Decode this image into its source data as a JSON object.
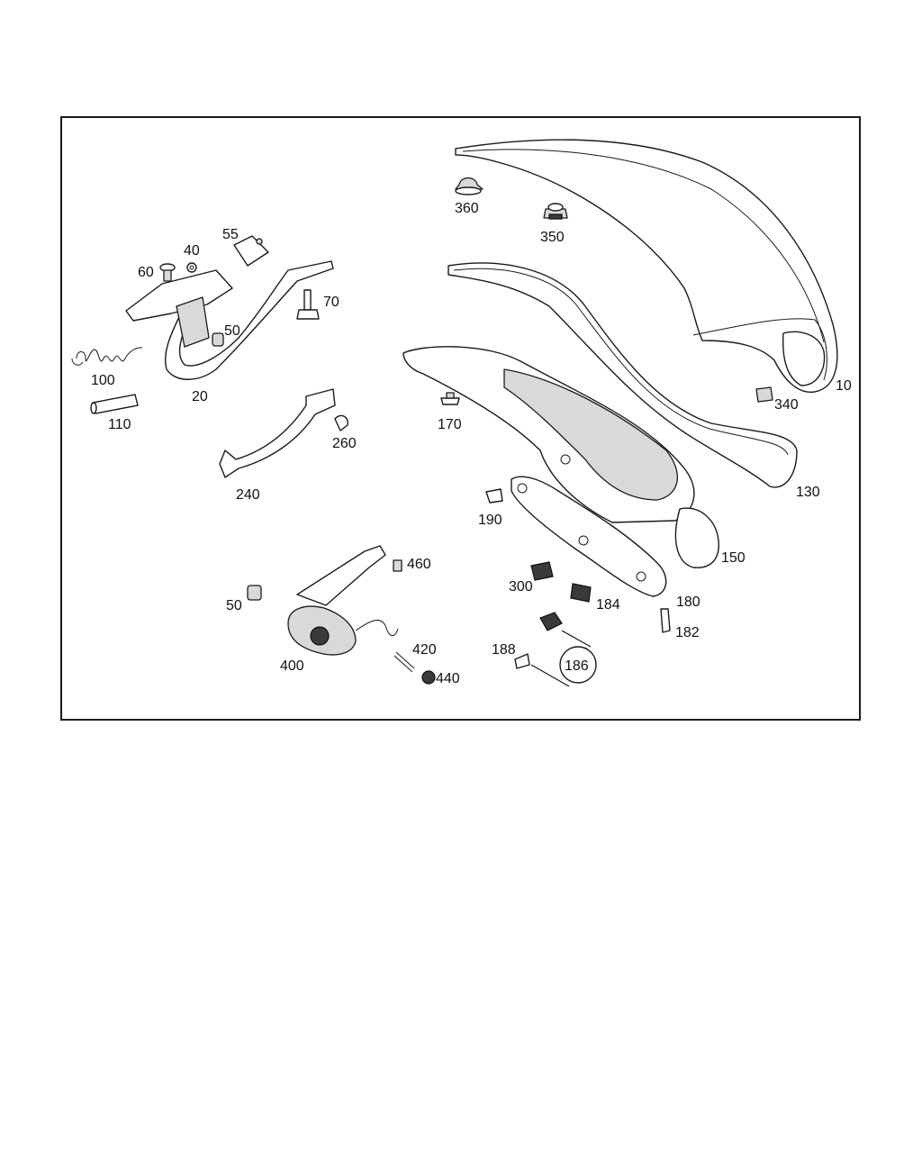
{
  "diagram": {
    "callouts": [
      {
        "id": "c10",
        "text": "10"
      },
      {
        "id": "c20",
        "text": "20"
      },
      {
        "id": "c40",
        "text": "40"
      },
      {
        "id": "c50a",
        "text": "50"
      },
      {
        "id": "c50b",
        "text": "50"
      },
      {
        "id": "c55",
        "text": "55"
      },
      {
        "id": "c60",
        "text": "60"
      },
      {
        "id": "c70",
        "text": "70"
      },
      {
        "id": "c100",
        "text": "100"
      },
      {
        "id": "c110",
        "text": "110"
      },
      {
        "id": "c130",
        "text": "130"
      },
      {
        "id": "c150",
        "text": "150"
      },
      {
        "id": "c170",
        "text": "170"
      },
      {
        "id": "c180",
        "text": "180"
      },
      {
        "id": "c182",
        "text": "182"
      },
      {
        "id": "c184",
        "text": "184"
      },
      {
        "id": "c186",
        "text": "186"
      },
      {
        "id": "c188",
        "text": "188"
      },
      {
        "id": "c190",
        "text": "190"
      },
      {
        "id": "c240",
        "text": "240"
      },
      {
        "id": "c260",
        "text": "260"
      },
      {
        "id": "c300",
        "text": "300"
      },
      {
        "id": "c340",
        "text": "340"
      },
      {
        "id": "c350",
        "text": "350"
      },
      {
        "id": "c360",
        "text": "360"
      },
      {
        "id": "c400",
        "text": "400"
      },
      {
        "id": "c420",
        "text": "420"
      },
      {
        "id": "c440",
        "text": "440"
      },
      {
        "id": "c460",
        "text": "460"
      }
    ]
  }
}
